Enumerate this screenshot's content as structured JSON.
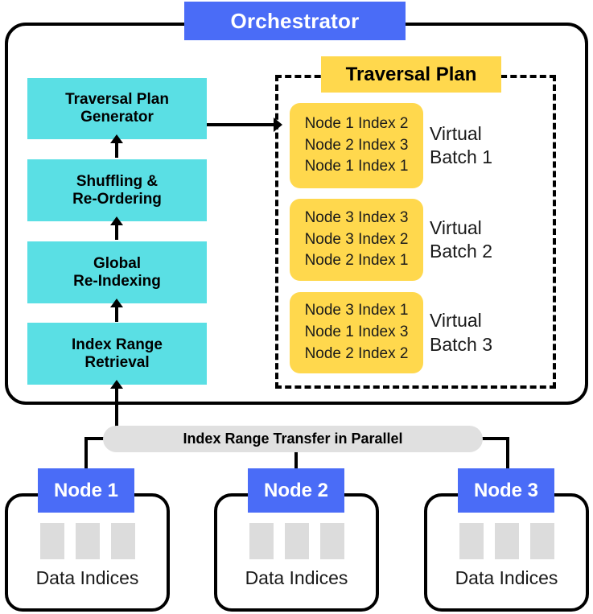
{
  "orchestrator": {
    "title": "Orchestrator"
  },
  "pipeline": {
    "steps": [
      {
        "line1": "Traversal Plan",
        "line2": "Generator"
      },
      {
        "line1": "Shuffling &",
        "line2": "Re-Ordering"
      },
      {
        "line1": "Global",
        "line2": "Re-Indexing"
      },
      {
        "line1": "Index Range",
        "line2": "Retrieval"
      }
    ]
  },
  "traversal_plan": {
    "title": "Traversal Plan",
    "batches": [
      {
        "label_line1": "Virtual",
        "label_line2": "Batch 1",
        "entries": [
          "Node 1 Index 2",
          "Node 2 Index 3",
          "Node 1 Index 1"
        ]
      },
      {
        "label_line1": "Virtual",
        "label_line2": "Batch 2",
        "entries": [
          "Node 3 Index 3",
          "Node 3 Index 2",
          "Node 2 Index 1"
        ]
      },
      {
        "label_line1": "Virtual",
        "label_line2": "Batch 3",
        "entries": [
          "Node 3 Index 1",
          "Node 1 Index 3",
          "Node 2 Index 2"
        ]
      }
    ]
  },
  "transfer": {
    "label": "Index Range Transfer in Parallel"
  },
  "nodes": [
    {
      "label": "Node 1",
      "caption": "Data Indices",
      "chip_count": 3
    },
    {
      "label": "Node 2",
      "caption": "Data Indices",
      "chip_count": 3
    },
    {
      "label": "Node 3",
      "caption": "Data Indices",
      "chip_count": 3
    }
  ],
  "colors": {
    "accent_blue": "#4a6cf7",
    "pipeline_cyan": "#5adfe4",
    "plan_yellow": "#ffd84d",
    "pill_gray": "#e0e0e0",
    "chip_gray": "#dcdcdc",
    "outline_black": "#000000"
  }
}
